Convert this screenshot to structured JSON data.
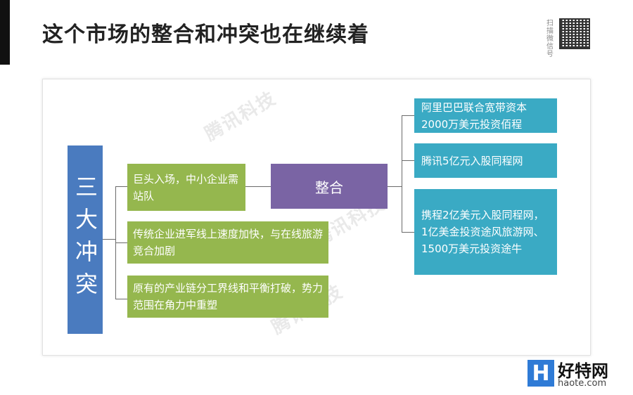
{
  "title": "这个市场的整合和冲突也在继续着",
  "qr_caption": "扫描微信号",
  "watermark": "腾讯科技",
  "main_label": "三大冲突",
  "green_boxes": [
    "巨头入场，中小企业需站队",
    "传统企业进军线上速度加快，与在线旅游竞合加剧",
    "原有的产业链分工界线和平衡打破，势力范围在角力中重塑"
  ],
  "merge_label": "整合",
  "teal_boxes": [
    "阿里巴巴联合宽带资本2000万美元投资佰程",
    "腾讯5亿元入股同程网",
    "携程2亿美元入股同程网，1亿美金投资途风旅游网、1500万美元投资途牛"
  ],
  "site_logo": {
    "letter": "H",
    "name": "好特网",
    "url": "haote.com"
  },
  "colors": {
    "blue": "#4a7bbf",
    "green": "#95b74e",
    "purple": "#7a64a4",
    "teal": "#3aaac4"
  }
}
